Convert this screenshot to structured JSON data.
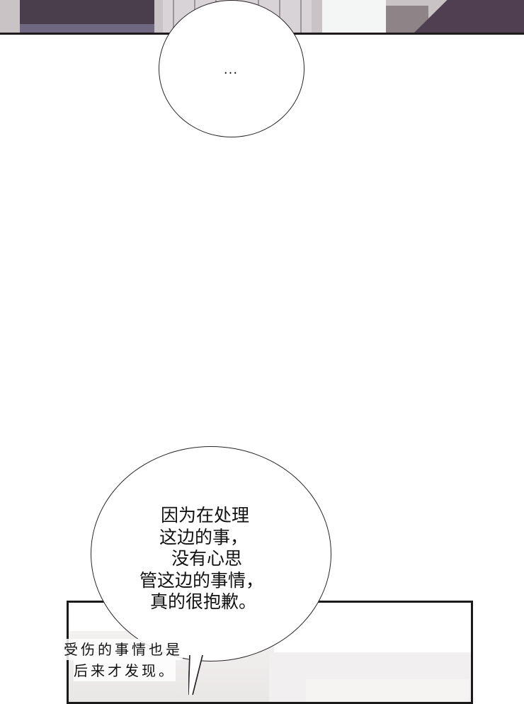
{
  "comic": {
    "panels": [
      {
        "id": "top-panel",
        "description": "cropped illustration of dark-clothed figures in front of a window with vertical blinds"
      },
      {
        "id": "bottom-panel",
        "description": "light interior room scene with bordered panel"
      }
    ],
    "bubble_1": {
      "text": "..."
    },
    "bubble_2": {
      "lines": [
        "因为在处理",
        "这边的事，",
        "没有心思",
        "管这边的事情，",
        "真的很抱歉。"
      ]
    },
    "narration": {
      "lines": [
        "受伤的事情也是",
        "后来才发现。"
      ]
    },
    "colors": {
      "ink": "#1f1a1e",
      "dark_cloth": "#4a3d4c",
      "blinds": "#c9c3c6",
      "background": "#ffffff"
    }
  }
}
